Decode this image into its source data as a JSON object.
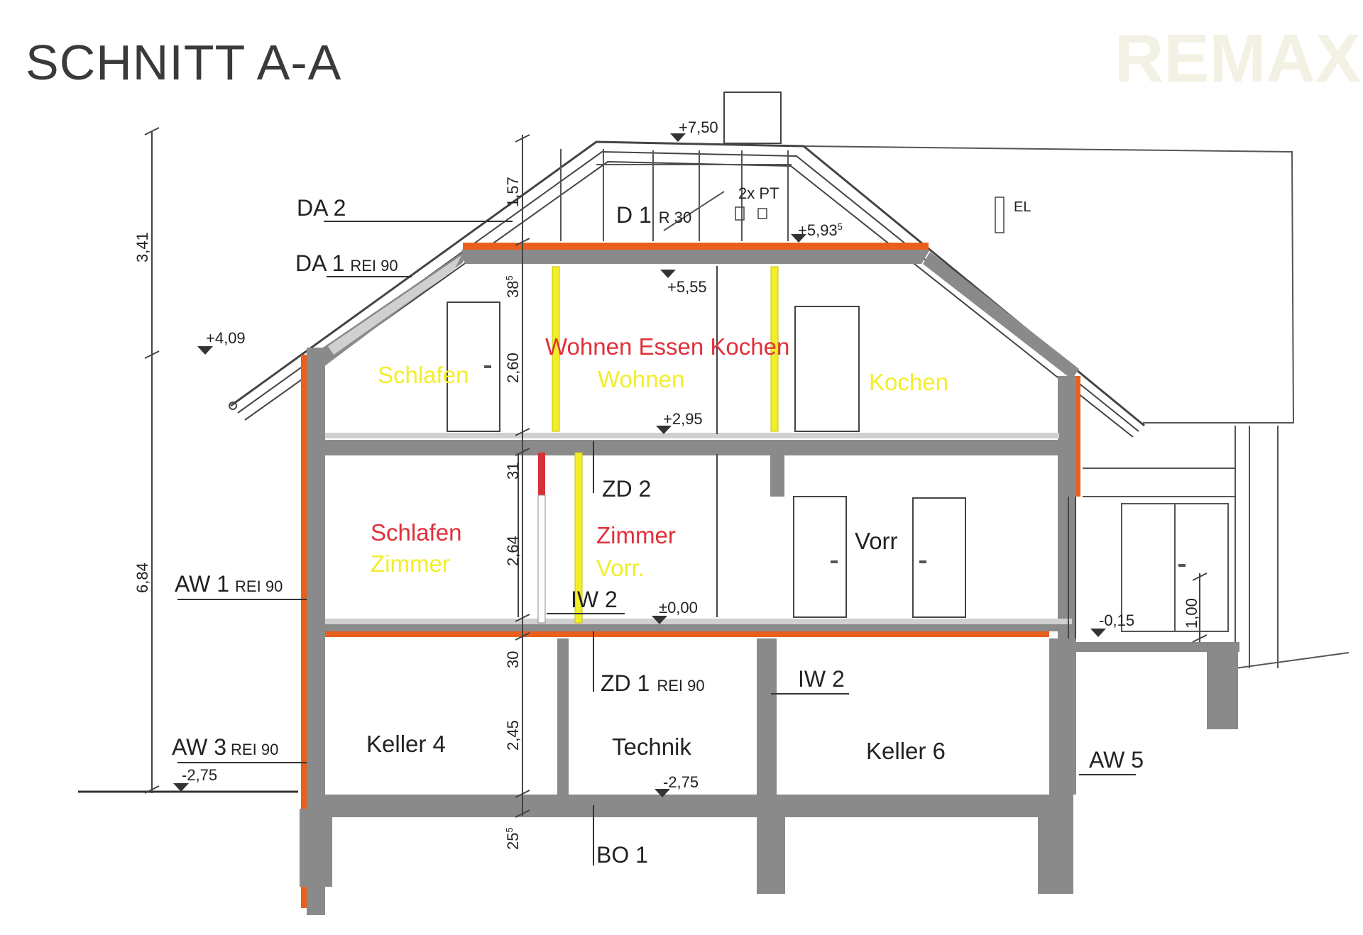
{
  "title": "SCHNITT A-A",
  "watermark": "REMAX",
  "colors": {
    "wall": "#808080",
    "insulation": "#e8601c",
    "red_label": "#e0303a",
    "yellow_label": "#f2ee2a",
    "red_wall": "#d8303a",
    "yellow_wall": "#f2ee2a",
    "line": "#333333"
  },
  "elevations": {
    "ridge": "+7,50",
    "attic_floor_base": "+5,93",
    "attic_floor_sup": "5",
    "ceiling_top": "+5,55",
    "outside_level": "+4,09",
    "upper_floor": "+2,95",
    "ground_floor": "±0,00",
    "terrace": "-0,15",
    "outside_ground": "-2,75",
    "basement_floor": "-2,75"
  },
  "dimensions": {
    "left_upper": "3,41",
    "left_lower": "6,84",
    "roof": "1,57",
    "slab_top_base": "38",
    "slab_top_sup": "5",
    "upper_room": "2,60",
    "slab_mid": "31",
    "ground_room": "2,64",
    "slab_base": "30",
    "basement_room": "2,45",
    "foundation_base": "25",
    "foundation_sup": "5",
    "railing": "1,00"
  },
  "components": {
    "da2": "DA 2",
    "da1": "DA 1",
    "da1_rating": "REI 90",
    "d1": "D 1",
    "d1_rating": "R 30",
    "pt": "2x PT",
    "el": "EL",
    "zd2": "ZD 2",
    "iw2_ground": "IW 2",
    "zd1": "ZD 1",
    "zd1_rating": "REI 90",
    "iw2_basement": "IW 2",
    "aw1": "AW 1",
    "aw1_rating": "REI 90",
    "aw3": "AW 3",
    "aw3_rating": "REI 90",
    "aw5": "AW 5",
    "bo1": "BO 1"
  },
  "rooms": {
    "upper_red": "Wohnen Essen Kochen",
    "upper_yellow_left": "Schlafen",
    "upper_yellow_mid": "Wohnen",
    "upper_yellow_right": "Kochen",
    "ground_red_left": "Schlafen",
    "ground_yellow_left": "Zimmer",
    "ground_red_mid": "Zimmer",
    "ground_yellow_mid": "Vorr.",
    "ground_right": "Vorr",
    "basement_left": "Keller 4",
    "basement_mid": "Technik",
    "basement_right": "Keller 6"
  }
}
